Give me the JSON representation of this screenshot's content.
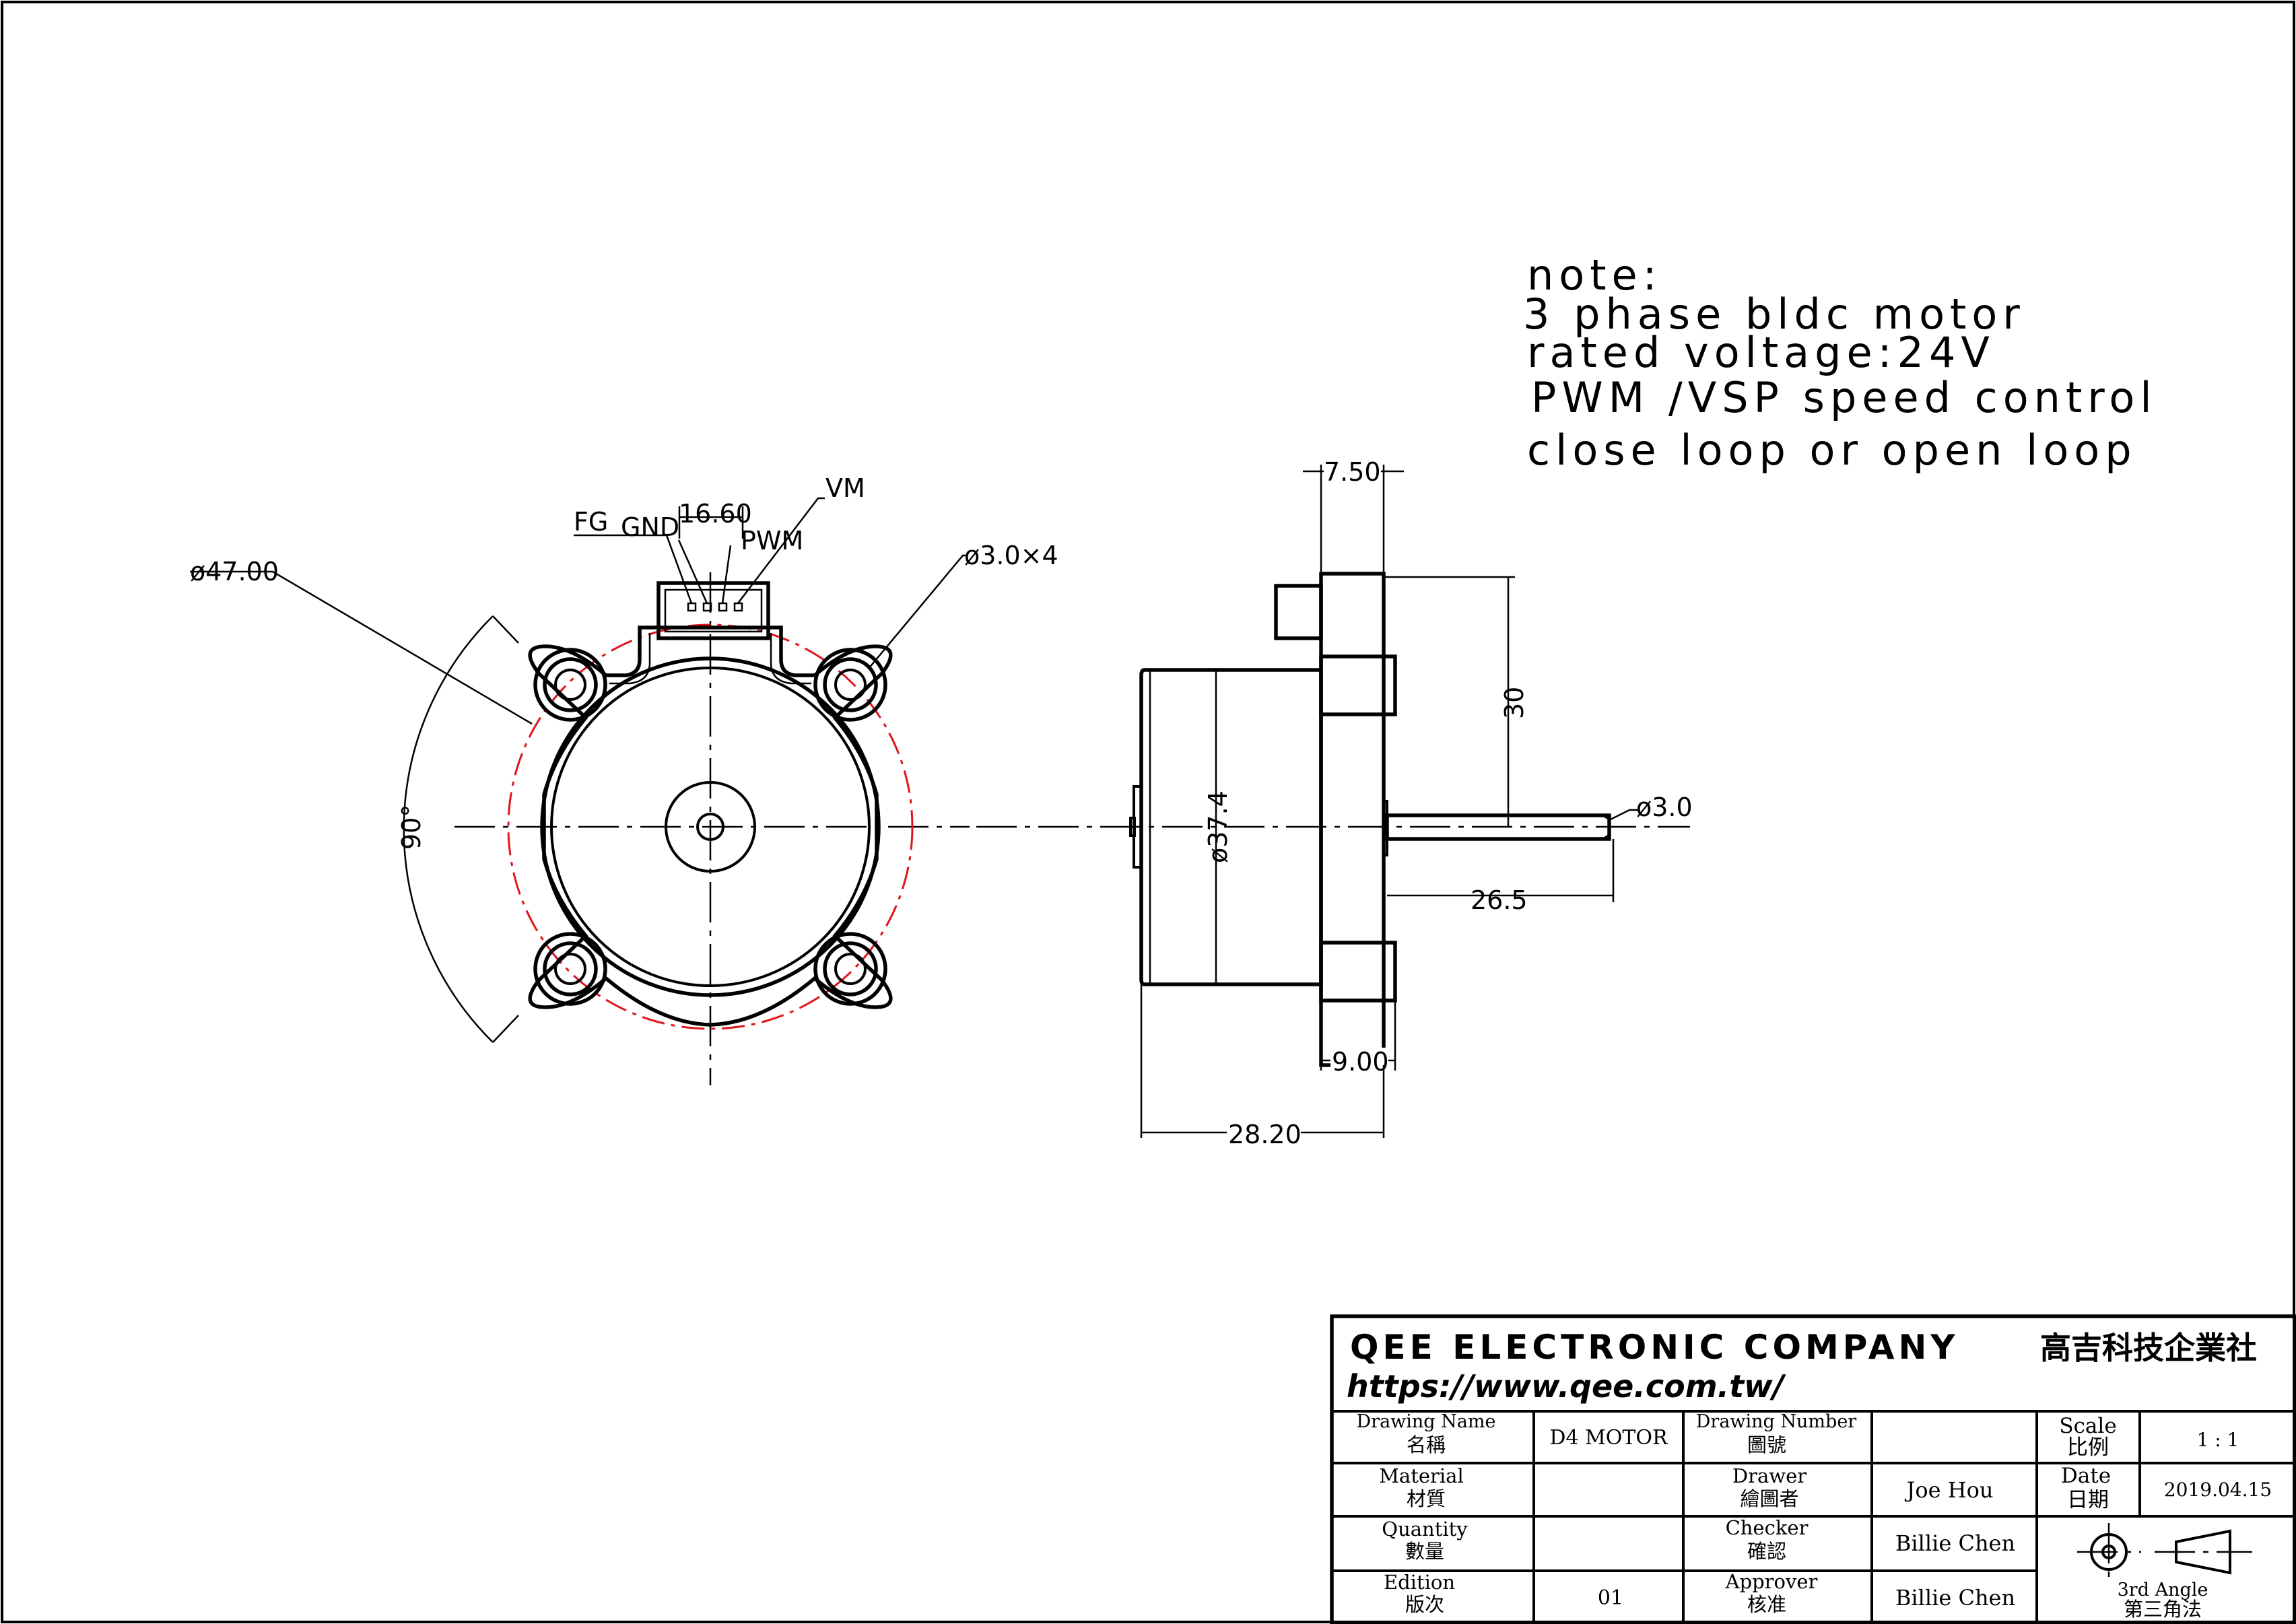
{
  "note": {
    "lines": [
      "note:",
      "3 phase bldc motor",
      "rated voltage:24V",
      "PWM /VSP speed control",
      "close loop or open loop"
    ]
  },
  "front_view": {
    "d_outer": "ø47.00",
    "hole": "ø3.0×4",
    "pitch": "16.60",
    "angle": "90°",
    "pins": [
      "FG",
      "GND",
      "PWM",
      "VM"
    ]
  },
  "side_view": {
    "d_body": "ø37.4",
    "d_shaft": "ø3.0",
    "shaft_len": "26.5",
    "height": "30",
    "top_len": "7.50",
    "bottom_len": "9.00",
    "total_len": "28.20"
  },
  "title_block": {
    "company": "QEE ELECTRONIC COMPANY",
    "company_cn": "高吉科技企業社",
    "url": "https://www.qee.com.tw/",
    "rows": [
      {
        "l1_en": "Drawing Name",
        "l1_cn": "名稱",
        "v1": "D4 MOTOR",
        "l2_en": "Drawing Number",
        "l2_cn": "圖號",
        "v2": "",
        "l3_en": "Scale",
        "l3_cn": "比例",
        "v3": "1 : 1"
      },
      {
        "l1_en": "Material",
        "l1_cn": "材質",
        "v1": "",
        "l2_en": "Drawer",
        "l2_cn": "繪圖者",
        "v2": "Joe Hou",
        "l3_en": "Date",
        "l3_cn": "日期",
        "v3": "2019.04.15"
      },
      {
        "l1_en": "Quantity",
        "l1_cn": "數量",
        "v1": "",
        "l2_en": "Checker",
        "l2_cn": "確認",
        "v2": "Billie Chen"
      },
      {
        "l1_en": "Edition",
        "l1_cn": "版次",
        "v1": "01",
        "l2_en": "Approver",
        "l2_cn": "核准",
        "v2": "Billie Chen"
      }
    ],
    "projection_en": "3rd Angle",
    "projection_cn": "第三角法"
  }
}
